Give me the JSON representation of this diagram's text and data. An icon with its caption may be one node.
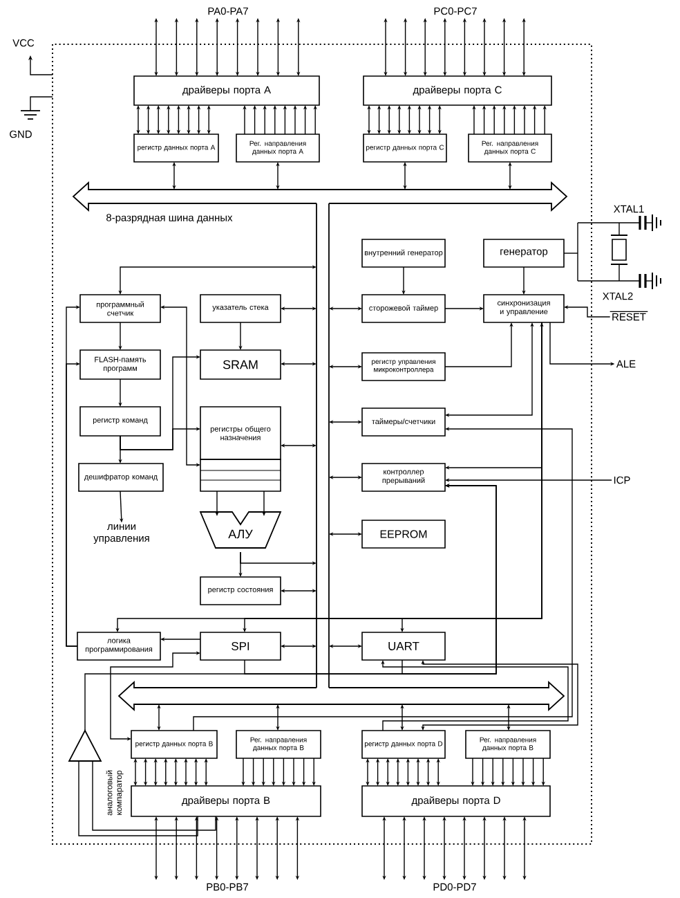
{
  "diagram": {
    "nodes": [
      {
        "text": [
          "драйверы порта A"
        ]
      },
      {
        "text": [
          "драйверы порта C"
        ]
      },
      {
        "text": [
          "регистр данных порта A"
        ]
      },
      {
        "text": [
          "Рег. направления данных порта A"
        ]
      },
      {
        "text": [
          "регистр данных порта C"
        ]
      },
      {
        "text": [
          "Рег. направления данных порта C"
        ]
      },
      {
        "text": [
          "8-разрядная шина данных"
        ]
      },
      {
        "text": [],
        "shape": "bar"
      },
      {
        "text": [
          "внутренний генератор"
        ]
      },
      {
        "text": [
          "генератор"
        ]
      },
      {
        "text": [
          "программный счетчик"
        ]
      },
      {
        "text": [
          "указатель стека"
        ]
      },
      {
        "text": [
          "сторожевой таймер"
        ]
      },
      {
        "text": [
          "синхронизация и управление"
        ]
      },
      {
        "text": [
          "RESET"
        ]
      },
      {
        "text": [
          "FLASH-память программ"
        ]
      },
      {
        "text": [
          "SRAM"
        ]
      },
      {
        "text": [
          "регистр управления микроконтроллера"
        ]
      },
      {
        "text": [
          "ALE"
        ]
      },
      {
        "text": [
          "регистр команд"
        ]
      },
      {
        "text": [
          "регистры общего назначения"
        ]
      },
      {
        "text": [
          "таймеры/счетчики"
        ]
      },
      {
        "text": [
          "дешифратор команд"
        ]
      },
      {
        "text": [
          "контроллер прерываний"
        ]
      },
      {
        "text": [
          "ICP"
        ]
      },
      {
        "text": [
          "линии управления"
        ]
      },
      {
        "text": [
          "АЛУ"
        ]
      },
      {
        "text": [
          "EEPROM"
        ]
      },
      {
        "text": [
          "регистр состояния"
        ]
      },
      {
        "text": [
          "логика программирования"
        ]
      },
      {
        "text": [
          "SPI"
        ]
      },
      {
        "text": [
          "UART"
        ]
      },
      {
        "text": [],
        "shape": "bar"
      },
      {
        "text": [],
        "shape": "triangle",
        "beside": [
          "аналоговый компаратор"
        ]
      },
      {
        "text": [
          "регистр данных порта B"
        ]
      },
      {
        "text": [
          "Рег. направления данных порта B"
        ]
      },
      {
        "text": [
          "регистр данных порта D"
        ]
      },
      {
        "text": [
          "Рег. направления данных порта B"
        ]
      },
      {
        "text": [
          "драйверы порта B"
        ]
      },
      {
        "text": [
          "драйверы порта D"
        ]
      },
      {
        "text": [
          "PA0-PA7"
        ]
      },
      {
        "text": [
          "PC0-PC7"
        ]
      },
      {
        "text": [
          "PB0-PB7"
        ]
      },
      {
        "text": [
          "PD0-PD7"
        ]
      }
    ],
    "edges": [
      {
        "from": 40,
        "to": 0,
        "arrow": "both"
      },
      {
        "from": 40,
        "to": 0,
        "arrow": "both"
      },
      {
        "from": 40,
        "to": 0,
        "arrow": "both"
      },
      {
        "from": 40,
        "to": 0,
        "arrow": "both"
      },
      {
        "from": 40,
        "to": 0,
        "arrow": "both"
      },
      {
        "from": 40,
        "to": 0,
        "arrow": "both"
      },
      {
        "from": 40,
        "to": 0,
        "arrow": "both"
      },
      {
        "from": 40,
        "to": 0,
        "arrow": "both"
      },
      {
        "from": 41,
        "to": 1,
        "arrow": "both"
      },
      {
        "from": 41,
        "to": 1,
        "arrow": "both"
      },
      {
        "from": 41,
        "to": 1,
        "arrow": "both"
      },
      {
        "from": 41,
        "to": 1,
        "arrow": "both"
      },
      {
        "from": 41,
        "to": 1,
        "arrow": "both"
      },
      {
        "from": 41,
        "to": 1,
        "arrow": "both"
      },
      {
        "from": 41,
        "to": 1,
        "arrow": "both"
      },
      {
        "from": 41,
        "to": 1,
        "arrow": "both"
      },
      {
        "from": 2,
        "to": 0,
        "arrow": "both"
      },
      {
        "from": 2,
        "to": 0,
        "arrow": "both"
      },
      {
        "from": 2,
        "to": 0,
        "arrow": "both"
      },
      {
        "from": 2,
        "to": 0,
        "arrow": "both"
      },
      {
        "from": 2,
        "to": 0,
        "arrow": "both"
      },
      {
        "from": 2,
        "to": 0,
        "arrow": "both"
      },
      {
        "from": 2,
        "to": 0,
        "arrow": "both"
      },
      {
        "from": 2,
        "to": 0,
        "arrow": "both"
      },
      {
        "from": 3,
        "to": 0,
        "arrow": "to"
      },
      {
        "from": 3,
        "to": 0,
        "arrow": "to"
      },
      {
        "from": 3,
        "to": 0,
        "arrow": "to"
      },
      {
        "from": 3,
        "to": 0,
        "arrow": "to"
      },
      {
        "from": 3,
        "to": 0,
        "arrow": "to"
      },
      {
        "from": 3,
        "to": 0,
        "arrow": "to"
      },
      {
        "from": 3,
        "to": 0,
        "arrow": "to"
      },
      {
        "from": 3,
        "to": 0,
        "arrow": "to"
      },
      {
        "from": 4,
        "to": 1,
        "arrow": "both"
      },
      {
        "from": 4,
        "to": 1,
        "arrow": "both"
      },
      {
        "from": 4,
        "to": 1,
        "arrow": "both"
      },
      {
        "from": 4,
        "to": 1,
        "arrow": "both"
      },
      {
        "from": 4,
        "to": 1,
        "arrow": "both"
      },
      {
        "from": 4,
        "to": 1,
        "arrow": "both"
      },
      {
        "from": 4,
        "to": 1,
        "arrow": "both"
      },
      {
        "from": 4,
        "to": 1,
        "arrow": "both"
      },
      {
        "from": 5,
        "to": 1,
        "arrow": "to"
      },
      {
        "from": 5,
        "to": 1,
        "arrow": "to"
      },
      {
        "from": 5,
        "to": 1,
        "arrow": "to"
      },
      {
        "from": 5,
        "to": 1,
        "arrow": "to"
      },
      {
        "from": 5,
        "to": 1,
        "arrow": "to"
      },
      {
        "from": 5,
        "to": 1,
        "arrow": "to"
      },
      {
        "from": 5,
        "to": 1,
        "arrow": "to"
      },
      {
        "from": 5,
        "to": 1,
        "arrow": "to"
      },
      {
        "from": 2,
        "to": 6,
        "arrow": "both"
      },
      {
        "from": 3,
        "to": 6,
        "arrow": "both"
      },
      {
        "from": 4,
        "to": 6,
        "arrow": "both"
      },
      {
        "from": 5,
        "to": 6,
        "arrow": "both"
      },
      {
        "from": 7,
        "to": 10,
        "arrow": "both"
      },
      {
        "from": 11,
        "to": 7,
        "arrow": "both"
      },
      {
        "from": 16,
        "to": 7,
        "arrow": "both"
      },
      {
        "from": 20,
        "to": 7,
        "arrow": "both"
      },
      {
        "from": 26,
        "to": 7,
        "arrow": "to"
      },
      {
        "from": 26,
        "to": 28,
        "arrow": "to"
      },
      {
        "from": 28,
        "to": 7,
        "arrow": "both"
      },
      {
        "from": 30,
        "to": 7,
        "arrow": "both"
      },
      {
        "from": 12,
        "to": 7,
        "arrow": "both"
      },
      {
        "from": 17,
        "to": 7,
        "arrow": "both"
      },
      {
        "from": 21,
        "to": 7,
        "arrow": "both"
      },
      {
        "from": 23,
        "to": 7,
        "arrow": "both"
      },
      {
        "from": 27,
        "to": 7,
        "arrow": "both"
      },
      {
        "from": 31,
        "to": 7,
        "arrow": "both"
      },
      {
        "from": 10,
        "to": 15,
        "arrow": "to"
      },
      {
        "from": 15,
        "to": 19,
        "arrow": "to"
      },
      {
        "from": 19,
        "to": 22,
        "arrow": "to"
      },
      {
        "from": 22,
        "to": 25,
        "arrow": "to"
      },
      {
        "from": 19,
        "to": 16,
        "arrow": "to"
      },
      {
        "from": 19,
        "to": 20,
        "arrow": "to"
      },
      {
        "from": 11,
        "to": 16,
        "arrow": "to"
      },
      {
        "from": 20,
        "to": 26,
        "arrow": "to"
      },
      {
        "from": 20,
        "to": 26,
        "arrow": "to"
      },
      {
        "from": 10,
        "to": 20,
        "arrow": "both"
      },
      {
        "from": 29,
        "to": 10,
        "arrow": "to"
      },
      {
        "from": 29,
        "to": 15,
        "arrow": "to"
      },
      {
        "from": 30,
        "to": 29,
        "arrow": "to"
      },
      {
        "from": 34,
        "to": 30,
        "arrow": "both"
      },
      {
        "from": 8,
        "to": 12,
        "arrow": "to"
      },
      {
        "from": 9,
        "to": 13,
        "arrow": "to"
      },
      {
        "from": 12,
        "to": 13,
        "arrow": "to"
      },
      {
        "from": 17,
        "to": 13,
        "arrow": "to"
      },
      {
        "from": 13,
        "to": 18,
        "arrow": "to"
      },
      {
        "from": 14,
        "to": 13,
        "arrow": "to"
      },
      {
        "from": 24,
        "to": 23,
        "arrow": "to"
      },
      {
        "from": 13,
        "to": 29,
        "arrow": "both"
      },
      {
        "from": 13,
        "to": 30,
        "arrow": "to"
      },
      {
        "from": 13,
        "to": 31,
        "arrow": "to"
      },
      {
        "from": 13,
        "to": 21,
        "arrow": "both"
      },
      {
        "from": 13,
        "to": 23,
        "arrow": "to"
      },
      {
        "from": 33,
        "to": 23,
        "arrow": "to"
      },
      {
        "from": 30,
        "to": 23,
        "arrow": "to"
      },
      {
        "from": 31,
        "to": 23,
        "arrow": "to"
      },
      {
        "from": 34,
        "to": 21,
        "arrow": "to"
      },
      {
        "from": 36,
        "to": 31,
        "arrow": "to"
      },
      {
        "from": 36,
        "to": 31,
        "arrow": "both"
      },
      {
        "from": 32,
        "to": 36,
        "arrow": "both"
      },
      {
        "from": 34,
        "to": 32,
        "arrow": "both"
      },
      {
        "from": 35,
        "to": 32,
        "arrow": "both"
      },
      {
        "from": 37,
        "to": 32,
        "arrow": "both"
      },
      {
        "from": 38,
        "to": 33,
        "arrow": "none"
      },
      {
        "from": 38,
        "to": 33,
        "arrow": "none"
      },
      {
        "from": 34,
        "to": 38,
        "arrow": "both"
      },
      {
        "from": 34,
        "to": 38,
        "arrow": "both"
      },
      {
        "from": 34,
        "to": 38,
        "arrow": "both"
      },
      {
        "from": 34,
        "to": 38,
        "arrow": "both"
      },
      {
        "from": 34,
        "to": 38,
        "arrow": "both"
      },
      {
        "from": 34,
        "to": 38,
        "arrow": "both"
      },
      {
        "from": 34,
        "to": 38,
        "arrow": "both"
      },
      {
        "from": 34,
        "to": 38,
        "arrow": "both"
      },
      {
        "from": 35,
        "to": 38,
        "arrow": "to"
      },
      {
        "from": 35,
        "to": 38,
        "arrow": "to"
      },
      {
        "from": 35,
        "to": 38,
        "arrow": "to"
      },
      {
        "from": 35,
        "to": 38,
        "arrow": "to"
      },
      {
        "from": 35,
        "to": 38,
        "arrow": "to"
      },
      {
        "from": 35,
        "to": 38,
        "arrow": "to"
      },
      {
        "from": 35,
        "to": 38,
        "arrow": "to"
      },
      {
        "from": 35,
        "to": 38,
        "arrow": "to"
      },
      {
        "from": 36,
        "to": 39,
        "arrow": "both"
      },
      {
        "from": 36,
        "to": 39,
        "arrow": "both"
      },
      {
        "from": 36,
        "to": 39,
        "arrow": "both"
      },
      {
        "from": 36,
        "to": 39,
        "arrow": "both"
      },
      {
        "from": 36,
        "to": 39,
        "arrow": "both"
      },
      {
        "from": 36,
        "to": 39,
        "arrow": "both"
      },
      {
        "from": 36,
        "to": 39,
        "arrow": "both"
      },
      {
        "from": 36,
        "to": 39,
        "arrow": "both"
      },
      {
        "from": 37,
        "to": 39,
        "arrow": "to"
      },
      {
        "from": 37,
        "to": 39,
        "arrow": "to"
      },
      {
        "from": 37,
        "to": 39,
        "arrow": "to"
      },
      {
        "from": 37,
        "to": 39,
        "arrow": "to"
      },
      {
        "from": 37,
        "to": 39,
        "arrow": "to"
      },
      {
        "from": 37,
        "to": 39,
        "arrow": "to"
      },
      {
        "from": 37,
        "to": 39,
        "arrow": "to"
      },
      {
        "from": 37,
        "to": 39,
        "arrow": "to"
      },
      {
        "from": 42,
        "to": 38,
        "arrow": "both"
      },
      {
        "from": 42,
        "to": 38,
        "arrow": "both"
      },
      {
        "from": 42,
        "to": 38,
        "arrow": "both"
      },
      {
        "from": 42,
        "to": 38,
        "arrow": "both"
      },
      {
        "from": 42,
        "to": 38,
        "arrow": "both"
      },
      {
        "from": 42,
        "to": 38,
        "arrow": "both"
      },
      {
        "from": 42,
        "to": 38,
        "arrow": "both"
      },
      {
        "from": 42,
        "to": 38,
        "arrow": "both"
      },
      {
        "from": 43,
        "to": 39,
        "arrow": "both"
      },
      {
        "from": 43,
        "to": 39,
        "arrow": "both"
      },
      {
        "from": 43,
        "to": 39,
        "arrow": "both"
      },
      {
        "from": 43,
        "to": 39,
        "arrow": "both"
      },
      {
        "from": 43,
        "to": 39,
        "arrow": "both"
      },
      {
        "from": 43,
        "to": 39,
        "arrow": "both"
      },
      {
        "from": 43,
        "to": 39,
        "arrow": "both"
      },
      {
        "from": 43,
        "to": 39,
        "arrow": "both"
      }
    ],
    "labels": [
      "VCC",
      "GND",
      "XTAL1",
      "XTAL2"
    ]
  }
}
